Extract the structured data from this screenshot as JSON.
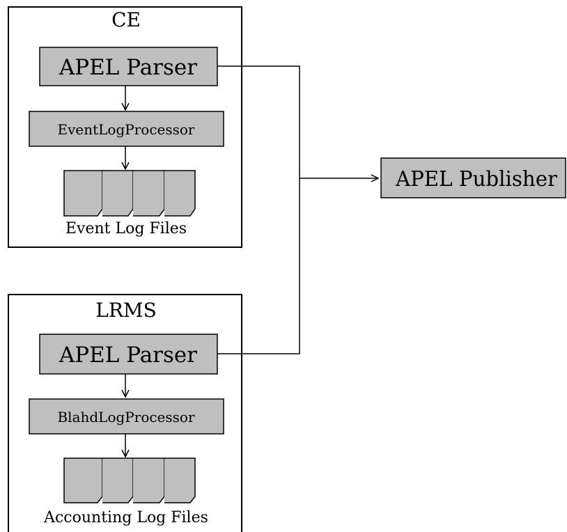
{
  "colors": {
    "box_fill": "#bfbfbf",
    "stroke": "#000000",
    "background": "#ffffff"
  },
  "ce": {
    "title": "CE",
    "parser_label": "APEL Parser",
    "processor_label": "EventLogProcessor",
    "files_label": "Event Log Files"
  },
  "lrms": {
    "title": "LRMS",
    "parser_label": "APEL Parser",
    "processor_label": "BlahdLogProcessor",
    "files_label": "Accounting Log Files"
  },
  "publisher": {
    "label": "APEL Publisher"
  }
}
